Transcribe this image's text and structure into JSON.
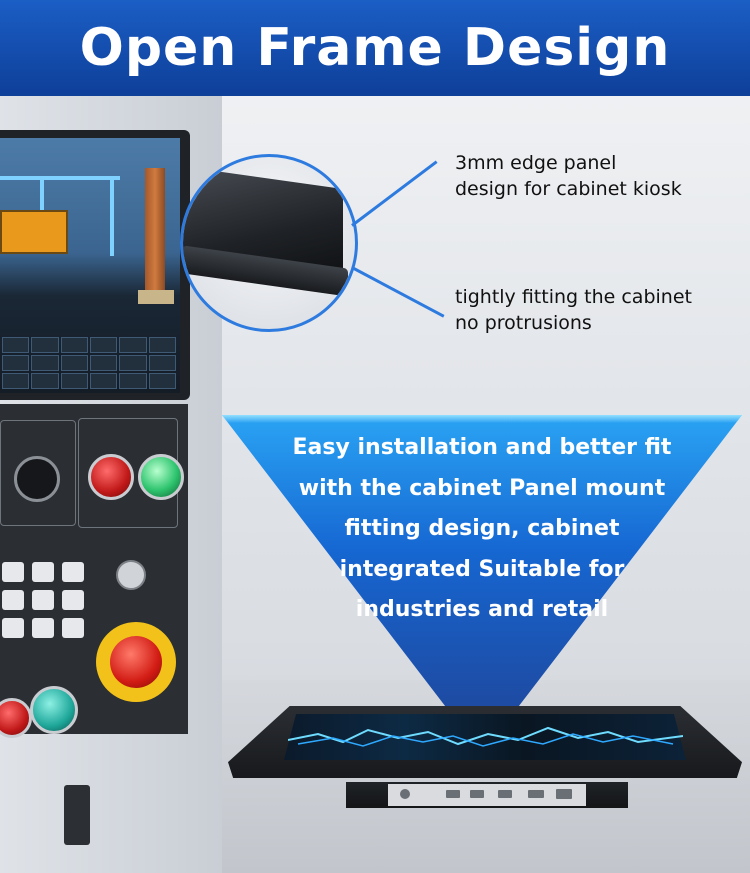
{
  "header": {
    "title": "Open Frame Design"
  },
  "callouts": [
    {
      "line1": "3mm edge panel",
      "line2": "design for cabinet kiosk"
    },
    {
      "line1": "tightly fitting the cabinet",
      "line2": "no protrusions"
    }
  ],
  "feature": {
    "lines": [
      "Easy installation and better fit",
      "with the cabinet Panel mount",
      "fitting design, cabinet",
      "integrated Suitable for",
      "industries and retail"
    ]
  },
  "colors": {
    "header_bg": "#1552b6",
    "callout_accent": "#2e7be0",
    "funnel_top": "#1f8fe8",
    "funnel_bottom": "#0c3f9e"
  },
  "icons": {
    "zoom": "edge-zoom-icon",
    "estop": "emergency-stop-icon"
  }
}
